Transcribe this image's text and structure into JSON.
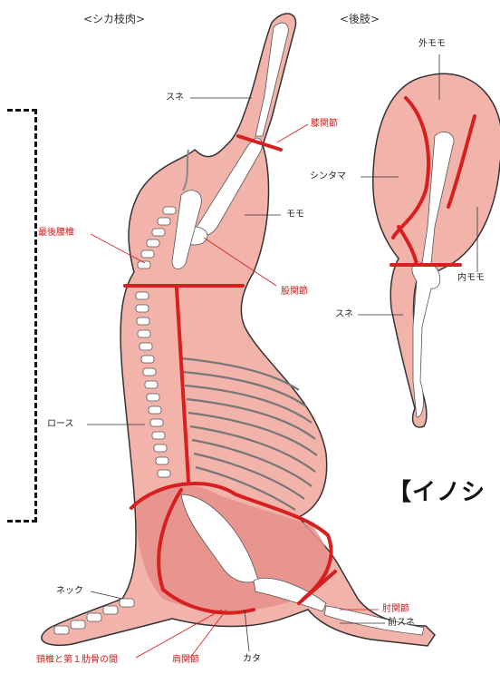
{
  "headers": {
    "carcass": "<シカ枝肉>",
    "hind_leg": "<後肢>"
  },
  "carcass_labels": {
    "shank_top": "スネ",
    "knee_joint": "膝関節",
    "last_lumbar": "最後腰椎",
    "thigh": "モモ",
    "hip_joint": "股関節",
    "loin": "ロース",
    "neck": "ネック",
    "elbow_joint": "肘関節",
    "fore_shank": "前スネ",
    "neck_rib": "頸椎と第１肋骨の間",
    "shoulder_joint": "肩関節",
    "shoulder": "カタ"
  },
  "hind_labels": {
    "outer_thigh": "外モモ",
    "round": "シンタマ",
    "inner_thigh": "内モモ",
    "shank": "スネ"
  },
  "side_title": "【イノシ",
  "colors": {
    "meat": "#f2b3ab",
    "meat_dark": "#e58f88",
    "outline": "#333333",
    "cut_line": "#d81e1e",
    "bone": "#ffffff",
    "label_red": "#d11a1a"
  }
}
